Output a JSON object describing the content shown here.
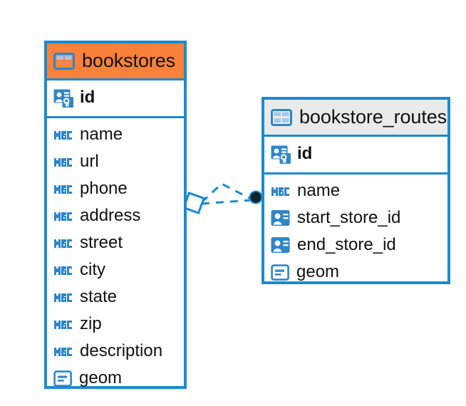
{
  "diagram": {
    "type": "entity-relationship-diagram",
    "background": "#ffffff",
    "accent_blue": "#1a8bd0",
    "entities": [
      {
        "name": "bookstores",
        "header_color": "#f9813a",
        "table_icon": "table-icon",
        "key_fields": [
          {
            "label": "id",
            "icon": "primary-key-icon",
            "bold": true
          }
        ],
        "fields": [
          {
            "label": "name",
            "icon": "text-abc-icon"
          },
          {
            "label": "url",
            "icon": "text-abc-icon"
          },
          {
            "label": "phone",
            "icon": "text-abc-icon"
          },
          {
            "label": "address",
            "icon": "text-abc-icon"
          },
          {
            "label": "street",
            "icon": "text-abc-icon"
          },
          {
            "label": "city",
            "icon": "text-abc-icon"
          },
          {
            "label": "state",
            "icon": "text-abc-icon"
          },
          {
            "label": "zip",
            "icon": "text-abc-icon"
          },
          {
            "label": "description",
            "icon": "text-abc-icon"
          },
          {
            "label": "geom",
            "icon": "geometry-icon"
          }
        ]
      },
      {
        "name": "bookstore_routes",
        "header_color": "#eaeaea",
        "table_icon": "table-icon",
        "key_fields": [
          {
            "label": "id",
            "icon": "primary-key-icon",
            "bold": true
          }
        ],
        "fields": [
          {
            "label": "name",
            "icon": "text-abc-icon"
          },
          {
            "label": "start_store_id",
            "icon": "foreign-key-icon"
          },
          {
            "label": "end_store_id",
            "icon": "foreign-key-icon"
          },
          {
            "label": "geom",
            "icon": "geometry-icon"
          }
        ]
      }
    ],
    "relationship": {
      "style": "dashed",
      "color": "#1a8bd0",
      "source_marker": "diamond-outline",
      "target_marker": "filled-circle",
      "from": "bookstores",
      "to": "bookstore_routes"
    }
  }
}
